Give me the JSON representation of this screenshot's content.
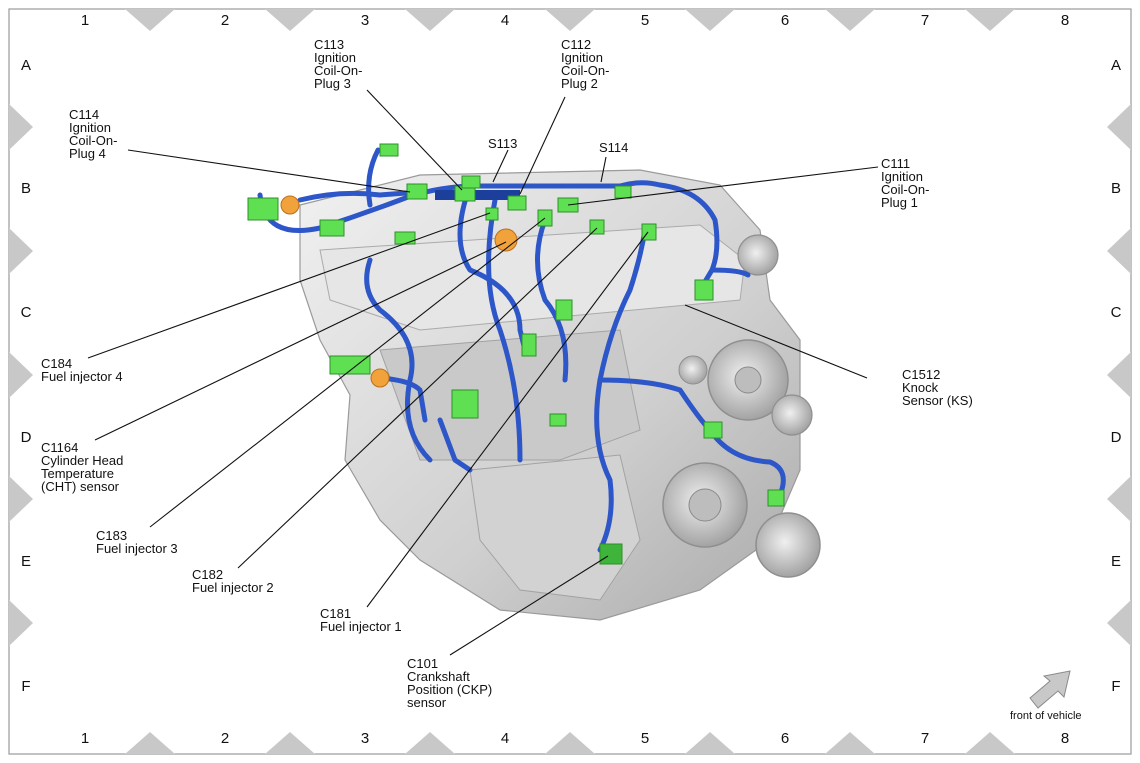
{
  "grid": {
    "columns": [
      "1",
      "2",
      "3",
      "4",
      "5",
      "6",
      "7",
      "8"
    ],
    "rows": [
      "A",
      "B",
      "C",
      "D",
      "E",
      "F"
    ]
  },
  "splices": {
    "s113": "S113",
    "s114": "S114"
  },
  "callouts": {
    "c113": "C113\nIgnition\nCoil-On-\nPlug 3",
    "c112": "C112\nIgnition\nCoil-On-\nPlug 2",
    "c114": "C114\nIgnition\nCoil-On-\nPlug 4",
    "c111": "C111\nIgnition\nCoil-On-\nPlug 1",
    "c184": "C184\nFuel injector 4",
    "c1512": "C1512\nKnock\nSensor (KS)",
    "c1164": "C1164\nCylinder Head\nTemperature\n(CHT) sensor",
    "c183": "C183\nFuel injector 3",
    "c182": "C182\nFuel injector 2",
    "c181": "C181\nFuel injector 1",
    "c101": "C101\nCrankshaft\nPosition (CKP)\nsensor"
  },
  "orientation": {
    "label": "front of vehicle",
    "icon": "front-arrow-icon"
  },
  "colors": {
    "harness": "#2d56c8",
    "connector": "#5fe052",
    "sensor": "#f2a23a",
    "engine": "#d8d8d8",
    "frame_marker": "#c8c8c8"
  }
}
